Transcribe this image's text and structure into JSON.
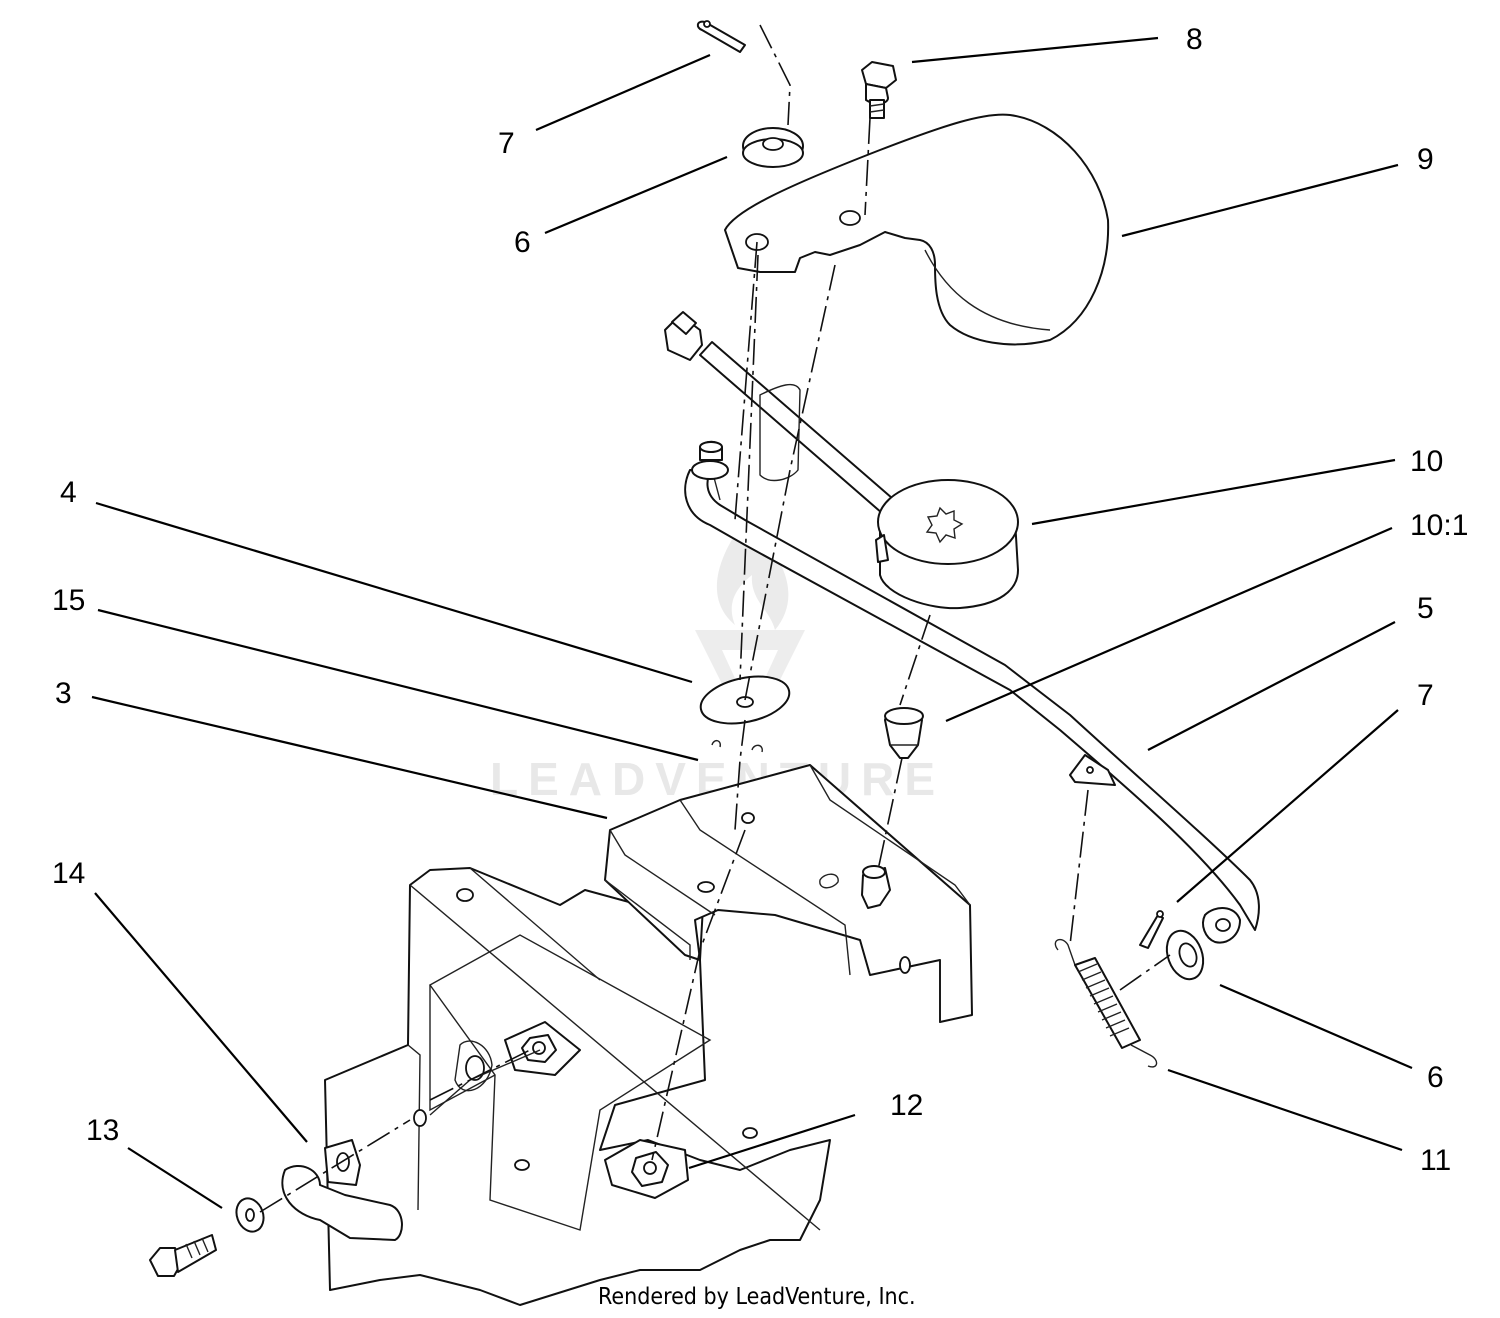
{
  "callouts": [
    {
      "label": "8"
    },
    {
      "label": "7"
    },
    {
      "label": "9"
    },
    {
      "label": "6"
    },
    {
      "label": "10"
    },
    {
      "label": "4"
    },
    {
      "label": "10:1"
    },
    {
      "label": "15"
    },
    {
      "label": "5"
    },
    {
      "label": "3"
    },
    {
      "label": "7"
    },
    {
      "label": "14"
    },
    {
      "label": "6"
    },
    {
      "label": "12"
    },
    {
      "label": "13"
    },
    {
      "label": "11"
    }
  ],
  "watermark": {
    "text": "LEADVENTURE",
    "color": "#e6e6e6"
  },
  "footer": {
    "text": "Rendered by LeadVenture, Inc."
  },
  "colors": {
    "line": "#111111",
    "background": "#ffffff"
  }
}
